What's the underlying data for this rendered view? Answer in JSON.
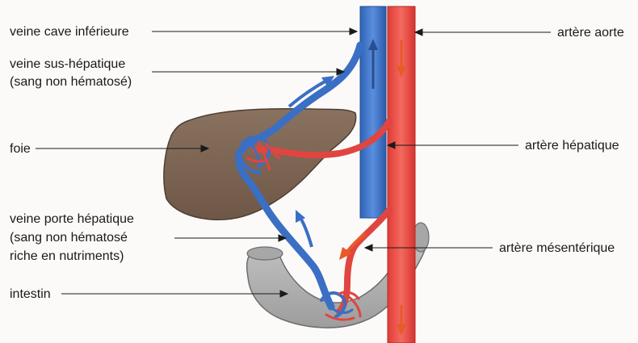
{
  "labels": {
    "veine_cave_inferieure": "veine cave inférieure",
    "veine_sus_hepatique_line1": "veine sus-hépatique",
    "veine_sus_hepatique_line2": "(sang non hématosé)",
    "foie": "foie",
    "veine_porte_line1": "veine porte hépatique",
    "veine_porte_line2": "(sang non hématosé",
    "veine_porte_line3": "riche en nutriments)",
    "intestin": "intestin",
    "artere_aorte": "artère aorte",
    "artere_hepatique": "artère hépatique",
    "artere_mesenterique": "artère mésentérique"
  },
  "colors": {
    "vein_blue": "#3a6fc4",
    "artery_red": "#e0453f",
    "liver_brown": "#7a6352",
    "intestine_gray": "#b9b9b9",
    "arrow_orange": "#e85a28",
    "arrow_dark_blue": "#2a4f8f"
  }
}
